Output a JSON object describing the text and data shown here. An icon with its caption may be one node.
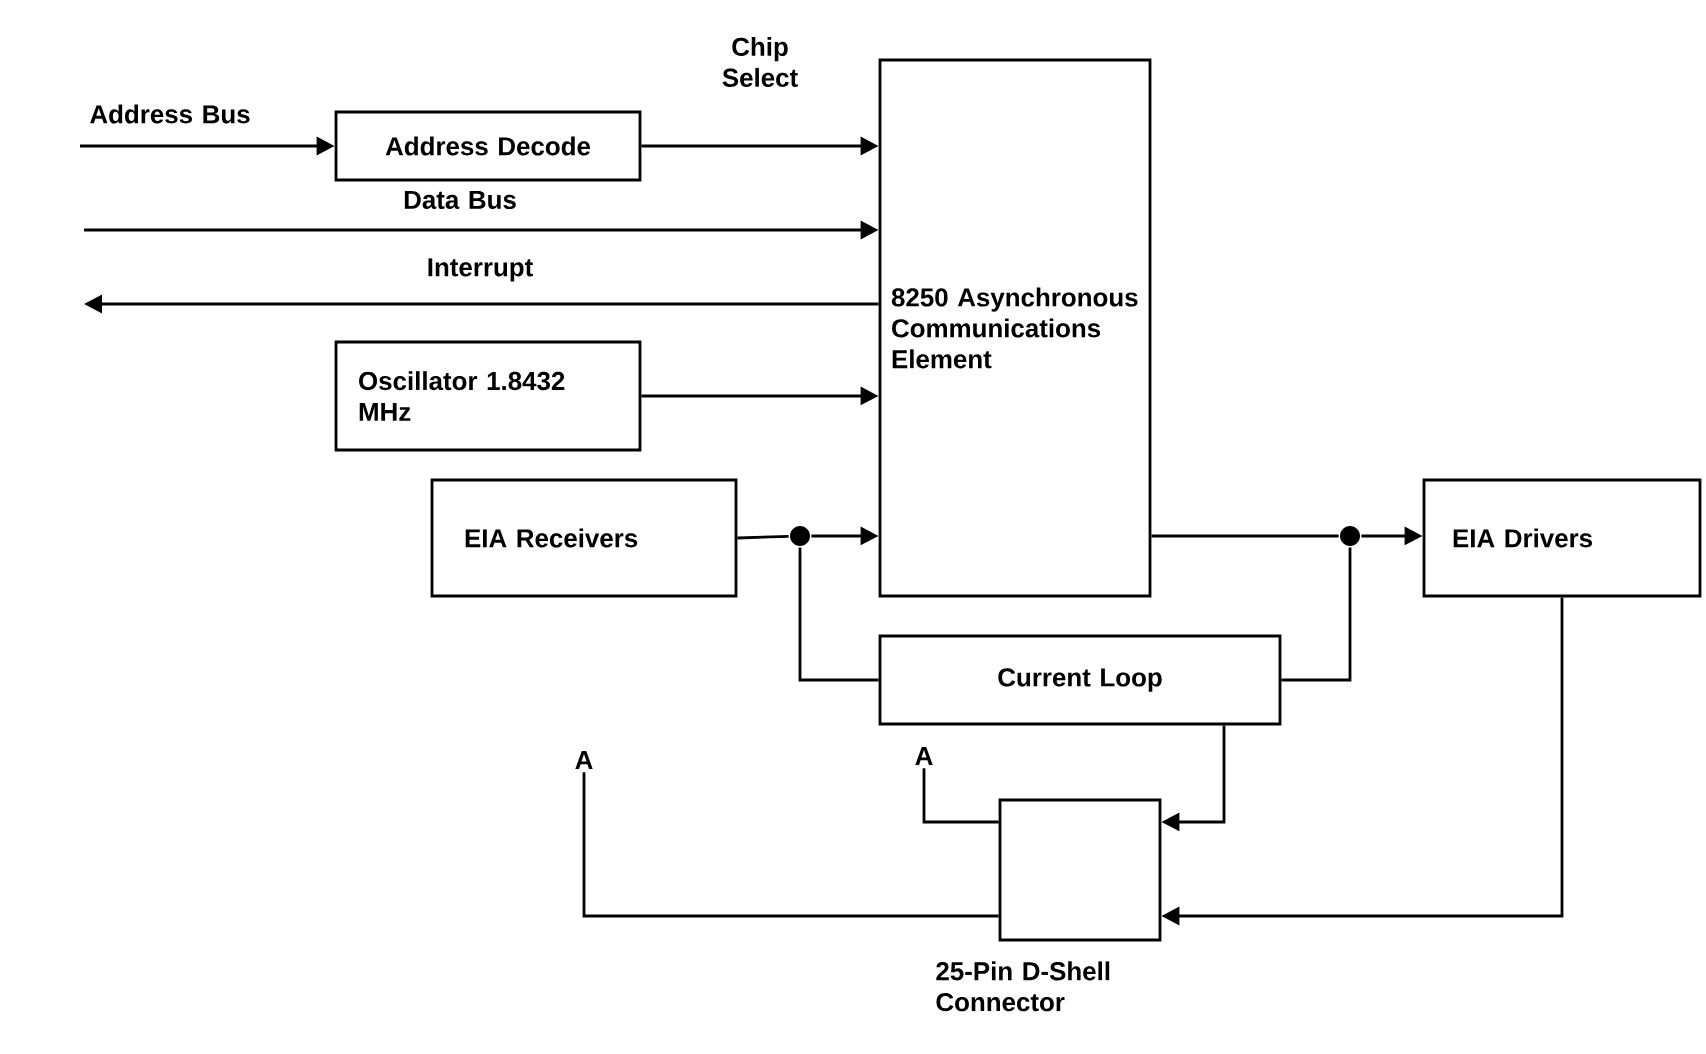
{
  "diagram": {
    "nodes": [
      {
        "text": [
          "Address Decode"
        ]
      },
      {
        "text": [
          "8250 Asynchronous Communications Element"
        ]
      },
      {
        "text": [
          "Oscillator 1.8432 MHz"
        ]
      },
      {
        "text": [
          "EIA Receivers"
        ]
      },
      {
        "text": [
          "EIA Drivers"
        ]
      },
      {
        "text": [
          "Current Loop"
        ]
      },
      {
        "text": [],
        "shape": "box",
        "beside": [
          "25-Pin D-Shell Connector"
        ]
      },
      {
        "text": [],
        "shape": "circle"
      },
      {
        "text": [],
        "shape": "circle"
      },
      {
        "text": [
          "A"
        ]
      },
      {
        "text": [
          "A"
        ]
      }
    ],
    "edges": [
      {
        "from": null,
        "to": 0,
        "arrow": "to",
        "label": "Address Bus"
      },
      {
        "from": 0,
        "to": 1,
        "arrow": "to",
        "label": "Chip Select"
      },
      {
        "from": null,
        "to": 1,
        "arrow": "to",
        "label": "Data Bus"
      },
      {
        "from": 1,
        "to": null,
        "arrow": "to",
        "label": "Interrupt"
      },
      {
        "from": 2,
        "to": 1,
        "arrow": "to"
      },
      {
        "from": 3,
        "to": 7,
        "arrow": "none"
      },
      {
        "from": 7,
        "to": 1,
        "arrow": "to"
      },
      {
        "from": 7,
        "to": 5,
        "arrow": "none"
      },
      {
        "from": 1,
        "to": 8,
        "arrow": "none"
      },
      {
        "from": 8,
        "to": 4,
        "arrow": "to"
      },
      {
        "from": 8,
        "to": 5,
        "arrow": "none"
      },
      {
        "from": 5,
        "to": 6,
        "arrow": "to"
      },
      {
        "from": 4,
        "to": 6,
        "arrow": "to"
      },
      {
        "from": 6,
        "to": 9,
        "arrow": "none"
      },
      {
        "from": 6,
        "to": 10,
        "arrow": "none"
      }
    ]
  }
}
